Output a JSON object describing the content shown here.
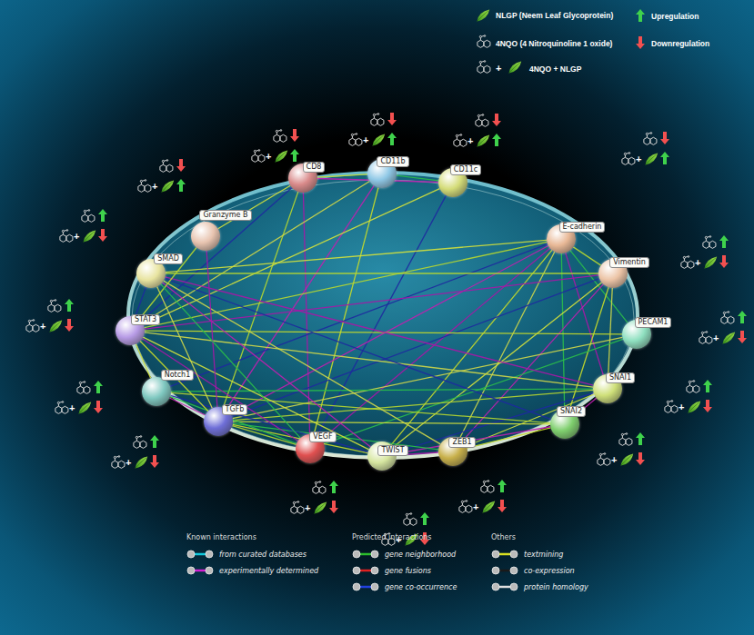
{
  "diagram": {
    "nodes": [
      {
        "text": [
          "CD8"
        ]
      },
      {
        "text": [
          "CD11b"
        ]
      },
      {
        "text": [
          "CD11c"
        ]
      },
      {
        "text": [
          "E-cadherin"
        ]
      },
      {
        "text": [
          "Vimentin"
        ]
      },
      {
        "text": [
          "PECAM1"
        ]
      },
      {
        "text": [
          "SNAI1"
        ]
      },
      {
        "text": [
          "SNAI2"
        ]
      },
      {
        "text": [
          "ZEB1"
        ]
      },
      {
        "text": [
          "TWIST"
        ]
      },
      {
        "text": [
          "VEGF"
        ]
      },
      {
        "text": [
          "TGFb"
        ]
      },
      {
        "text": [
          "Notch1"
        ]
      },
      {
        "text": [
          "STAT3"
        ]
      },
      {
        "text": [
          "SMAD"
        ]
      },
      {
        "text": [
          "Granzyme B"
        ]
      }
    ],
    "edges": [
      {
        "from": 0,
        "to": 1,
        "arrow": "none"
      },
      {
        "from": 0,
        "to": 2,
        "arrow": "none"
      },
      {
        "from": 0,
        "to": 15,
        "arrow": "none"
      },
      {
        "from": 0,
        "to": 13,
        "arrow": "none"
      },
      {
        "from": 0,
        "to": 11,
        "arrow": "none"
      },
      {
        "from": 0,
        "to": 10,
        "arrow": "none"
      },
      {
        "from": 1,
        "to": 2,
        "arrow": "none"
      },
      {
        "from": 1,
        "to": 13,
        "arrow": "none"
      },
      {
        "from": 1,
        "to": 10,
        "arrow": "none"
      },
      {
        "from": 1,
        "to": 11,
        "arrow": "none"
      },
      {
        "from": 2,
        "to": 13,
        "arrow": "none"
      },
      {
        "from": 2,
        "to": 10,
        "arrow": "none"
      },
      {
        "from": 3,
        "to": 4,
        "arrow": "none"
      },
      {
        "from": 3,
        "to": 6,
        "arrow": "none"
      },
      {
        "from": 3,
        "to": 7,
        "arrow": "none"
      },
      {
        "from": 3,
        "to": 8,
        "arrow": "none"
      },
      {
        "from": 3,
        "to": 9,
        "arrow": "none"
      },
      {
        "from": 3,
        "to": 11,
        "arrow": "none"
      },
      {
        "from": 3,
        "to": 14,
        "arrow": "none"
      },
      {
        "from": 3,
        "to": 12,
        "arrow": "none"
      },
      {
        "from": 3,
        "to": 13,
        "arrow": "none"
      },
      {
        "from": 3,
        "to": 10,
        "arrow": "none"
      },
      {
        "from": 3,
        "to": 5,
        "arrow": "none"
      },
      {
        "from": 4,
        "to": 6,
        "arrow": "none"
      },
      {
        "from": 4,
        "to": 7,
        "arrow": "none"
      },
      {
        "from": 4,
        "to": 8,
        "arrow": "none"
      },
      {
        "from": 4,
        "to": 9,
        "arrow": "none"
      },
      {
        "from": 4,
        "to": 11,
        "arrow": "none"
      },
      {
        "from": 4,
        "to": 14,
        "arrow": "none"
      },
      {
        "from": 4,
        "to": 13,
        "arrow": "none"
      },
      {
        "from": 5,
        "to": 10,
        "arrow": "none"
      },
      {
        "from": 5,
        "to": 11,
        "arrow": "none"
      },
      {
        "from": 5,
        "to": 13,
        "arrow": "none"
      },
      {
        "from": 6,
        "to": 7,
        "arrow": "none"
      },
      {
        "from": 6,
        "to": 8,
        "arrow": "none"
      },
      {
        "from": 6,
        "to": 9,
        "arrow": "none"
      },
      {
        "from": 6,
        "to": 11,
        "arrow": "none"
      },
      {
        "from": 6,
        "to": 14,
        "arrow": "none"
      },
      {
        "from": 6,
        "to": 12,
        "arrow": "none"
      },
      {
        "from": 6,
        "to": 13,
        "arrow": "none"
      },
      {
        "from": 7,
        "to": 8,
        "arrow": "none"
      },
      {
        "from": 7,
        "to": 9,
        "arrow": "none"
      },
      {
        "from": 7,
        "to": 11,
        "arrow": "none"
      },
      {
        "from": 7,
        "to": 14,
        "arrow": "none"
      },
      {
        "from": 7,
        "to": 12,
        "arrow": "none"
      },
      {
        "from": 8,
        "to": 9,
        "arrow": "none"
      },
      {
        "from": 8,
        "to": 11,
        "arrow": "none"
      },
      {
        "from": 8,
        "to": 14,
        "arrow": "none"
      },
      {
        "from": 9,
        "to": 11,
        "arrow": "none"
      },
      {
        "from": 9,
        "to": 14,
        "arrow": "none"
      },
      {
        "from": 9,
        "to": 13,
        "arrow": "none"
      },
      {
        "from": 9,
        "to": 12,
        "arrow": "none"
      },
      {
        "from": 10,
        "to": 11,
        "arrow": "none"
      },
      {
        "from": 10,
        "to": 13,
        "arrow": "none"
      },
      {
        "from": 10,
        "to": 12,
        "arrow": "none"
      },
      {
        "from": 11,
        "to": 14,
        "arrow": "none"
      },
      {
        "from": 11,
        "to": 13,
        "arrow": "none"
      },
      {
        "from": 11,
        "to": 12,
        "arrow": "none"
      },
      {
        "from": 12,
        "to": 13,
        "arrow": "none"
      },
      {
        "from": 13,
        "to": 14,
        "arrow": "none"
      },
      {
        "from": 13,
        "to": 15,
        "arrow": "none"
      },
      {
        "from": 15,
        "to": 11,
        "arrow": "none"
      },
      {
        "from": 14,
        "to": 10,
        "arrow": "none"
      }
    ],
    "labels": [
      "+",
      "+",
      "+",
      "+",
      "+",
      "+",
      "+",
      "+",
      "+",
      "+",
      "+",
      "+",
      "+",
      "+",
      "+",
      "+",
      "+",
      "Known interactions",
      "Predicted interactions",
      "Others"
    ],
    "legend": [
      {
        "text": "NLGP (Neem Leaf Glycoprotein)"
      },
      {
        "text": "4NQO (4 Nitroquinoline 1 oxide)"
      },
      {
        "text": "4NQO + NLGP"
      },
      {
        "text": "Upregulation"
      },
      {
        "text": "Downregulation"
      },
      {
        "text": "from curated databases"
      },
      {
        "text": "experimentally determined"
      },
      {
        "text": "gene neighborhood"
      },
      {
        "text": "gene fusions"
      },
      {
        "text": "gene co-occurrence"
      },
      {
        "text": "textmining"
      },
      {
        "text": "co-expression"
      },
      {
        "text": "protein homology"
      }
    ]
  }
}
